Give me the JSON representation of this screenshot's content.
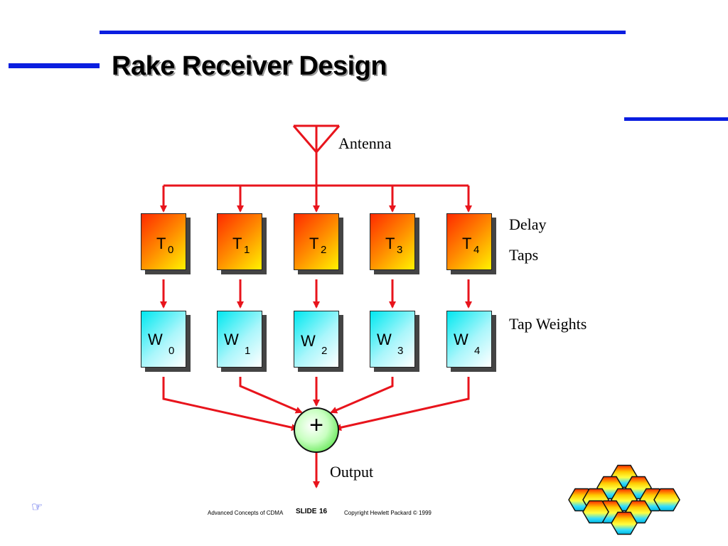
{
  "title": "Rake Receiver Design",
  "labels": {
    "antenna": "Antenna",
    "delay_line1": "Delay",
    "delay_line2": "Taps",
    "tap_weights": "Tap Weights",
    "output": "Output"
  },
  "delay_taps": [
    {
      "symbol": "T",
      "index": "0"
    },
    {
      "symbol": "T",
      "index": "1"
    },
    {
      "symbol": "T",
      "index": "2"
    },
    {
      "symbol": "T",
      "index": "3"
    },
    {
      "symbol": "T",
      "index": "4"
    }
  ],
  "tap_weights": [
    {
      "symbol": "W",
      "index": "0"
    },
    {
      "symbol": "W",
      "index": "1"
    },
    {
      "symbol": "W",
      "index": "2"
    },
    {
      "symbol": "W",
      "index": "3"
    },
    {
      "symbol": "W",
      "index": "4"
    }
  ],
  "summer": {
    "symbol": "+"
  },
  "footer": {
    "course": "Advanced Concepts of CDMA",
    "slide_label": "SLIDE",
    "slide_number": "16",
    "copyright": "Copyright Hewlett Packard © 1999"
  },
  "icons": {
    "nav": "pointing-hand-icon",
    "logo": "hexagon-cluster-logo"
  },
  "colors": {
    "accent": "#0a1ee0",
    "arrow": "#e8141c"
  }
}
